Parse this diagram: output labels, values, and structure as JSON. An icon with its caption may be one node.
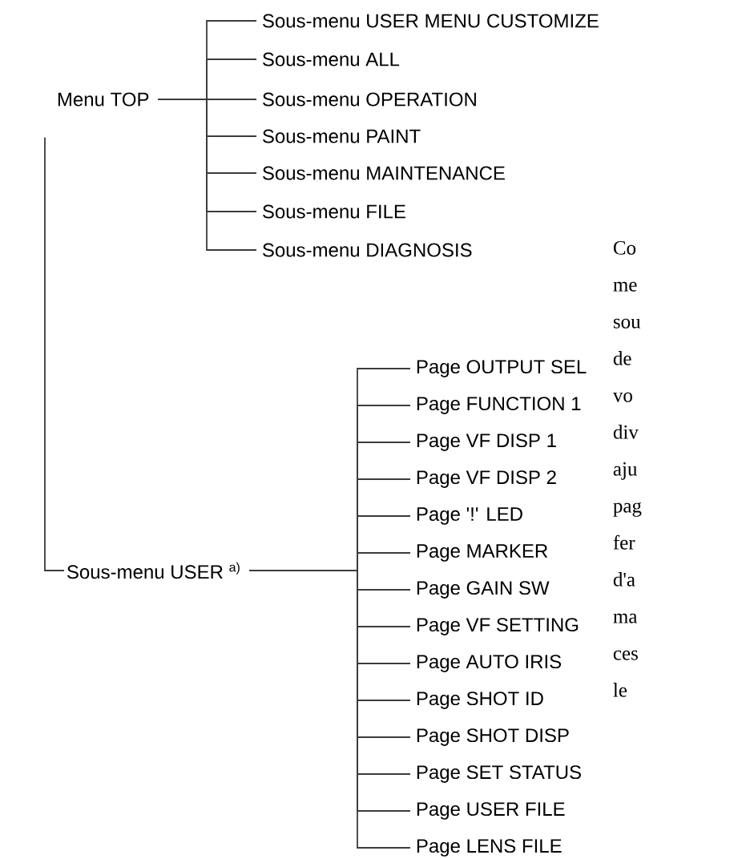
{
  "diagram": {
    "nodes": [
      {
        "text": [
          "Menu TOP"
        ]
      },
      {
        "text": [
          "Sous-menu USER MENU CUSTOMIZE"
        ]
      },
      {
        "text": [
          "Sous-menu ALL"
        ]
      },
      {
        "text": [
          "Sous-menu OPERATION"
        ]
      },
      {
        "text": [
          "Sous-menu PAINT"
        ]
      },
      {
        "text": [
          "Sous-menu MAINTENANCE"
        ]
      },
      {
        "text": [
          "Sous-menu FILE"
        ]
      },
      {
        "text": [
          "Sous-menu DIAGNOSIS"
        ]
      },
      {
        "text": [
          "Sous-menu USER $^{a)}$"
        ]
      },
      {
        "text": [
          "Page OUTPUT SEL"
        ]
      },
      {
        "text": [
          "Page FUNCTION 1"
        ]
      },
      {
        "text": [
          "Page VF DISP 1"
        ]
      },
      {
        "text": [
          "Page VF DISP 2"
        ]
      },
      {
        "text": [
          "Page '!' LED"
        ]
      },
      {
        "text": [
          "Page MARKER"
        ]
      },
      {
        "text": [
          "Page GAIN SW"
        ]
      },
      {
        "text": [
          "Page VF SETTING"
        ]
      },
      {
        "text": [
          "Page AUTO IRIS"
        ]
      },
      {
        "text": [
          "Page SHOT ID"
        ]
      },
      {
        "text": [
          "Page SHOT DISP"
        ]
      },
      {
        "text": [
          "Page SET STATUS"
        ]
      },
      {
        "text": [
          "Page USER FILE"
        ]
      },
      {
        "text": [
          "Page LENS FILE"
        ]
      }
    ],
    "edges": [
      {
        "from": 0,
        "to": 1,
        "arrow": "none"
      },
      {
        "from": 0,
        "to": 2,
        "arrow": "none"
      },
      {
        "from": 0,
        "to": 3,
        "arrow": "none"
      },
      {
        "from": 0,
        "to": 4,
        "arrow": "none"
      },
      {
        "from": 0,
        "to": 5,
        "arrow": "none"
      },
      {
        "from": 0,
        "to": 6,
        "arrow": "none"
      },
      {
        "from": 0,
        "to": 7,
        "arrow": "none"
      },
      {
        "from": 0,
        "to": 8,
        "arrow": "none"
      },
      {
        "from": 8,
        "to": 9,
        "arrow": "none"
      },
      {
        "from": 8,
        "to": 10,
        "arrow": "none"
      },
      {
        "from": 8,
        "to": 11,
        "arrow": "none"
      },
      {
        "from": 8,
        "to": 12,
        "arrow": "none"
      },
      {
        "from": 8,
        "to": 13,
        "arrow": "none"
      },
      {
        "from": 8,
        "to": 14,
        "arrow": "none"
      },
      {
        "from": 8,
        "to": 15,
        "arrow": "none"
      },
      {
        "from": 8,
        "to": 16,
        "arrow": "none"
      },
      {
        "from": 8,
        "to": 17,
        "arrow": "none"
      },
      {
        "from": 8,
        "to": 18,
        "arrow": "none"
      },
      {
        "from": 8,
        "to": 19,
        "arrow": "none"
      },
      {
        "from": 8,
        "to": 20,
        "arrow": "none"
      },
      {
        "from": 8,
        "to": 21,
        "arrow": "none"
      },
      {
        "from": 8,
        "to": 22,
        "arrow": "none"
      }
    ],
    "labels": [
      "Co me sou de vo div aju pag fer d'a ma ces le"
    ]
  }
}
